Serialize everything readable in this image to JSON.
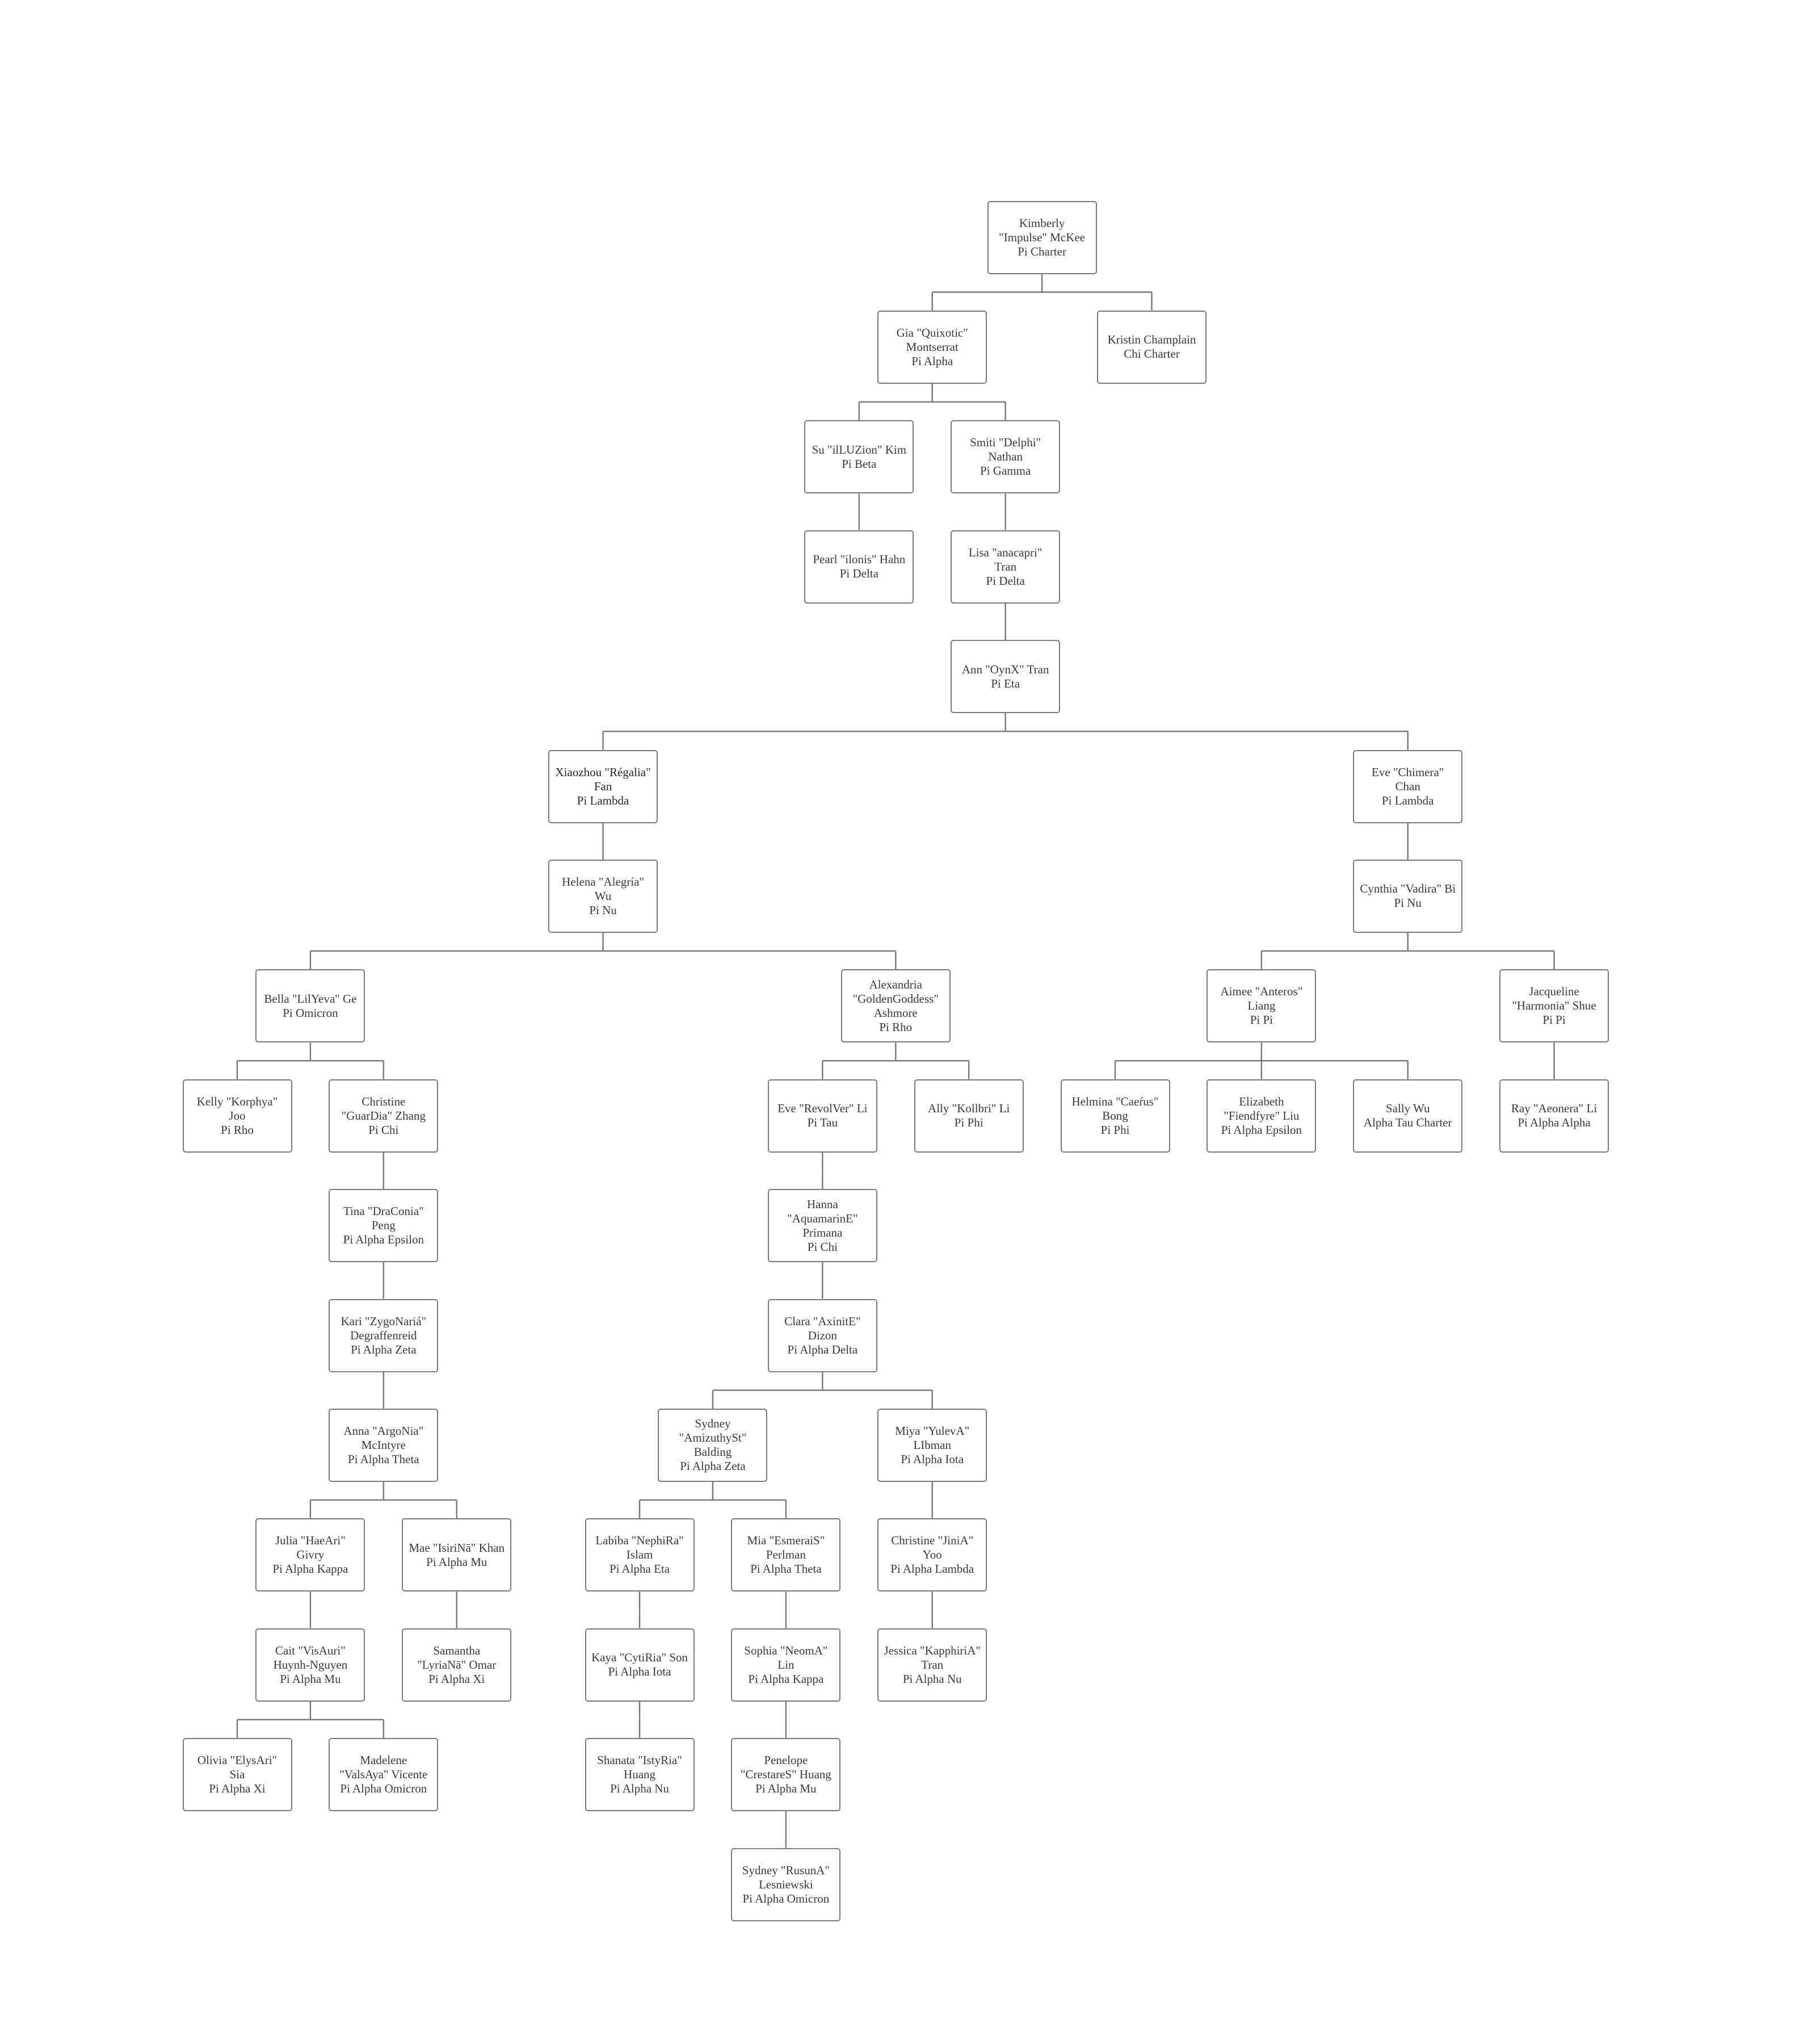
{
  "tree": {
    "lines": [
      "Kimberly",
      "\"Impulse\" McKee",
      "Pi Charter"
    ],
    "children": [
      {
        "lines": [
          "Gia \"Quixotic\"",
          "Montserrat",
          "Pi Alpha"
        ],
        "children": [
          {
            "lines": [
              "Su \"ilLUZion\" Kim",
              "Pi Beta"
            ],
            "children": [
              {
                "lines": [
                  "Pearl \"ilonis\" Hahn",
                  "Pi Delta"
                ],
                "children": []
              }
            ]
          },
          {
            "lines": [
              "Smiti \"Delphi\"",
              "Nathan",
              "Pi Gamma"
            ],
            "children": [
              {
                "lines": [
                  "Lisa \"anacapri\"",
                  "Tran",
                  "Pi Delta"
                ],
                "children": [
                  {
                    "lines": [
                      "Ann \"OynX\" Tran",
                      "Pi Eta"
                    ],
                    "children": [
                      {
                        "lines": [
                          "Xiaozhou \"Régalia\"",
                          "Fan",
                          "Pi Lambda"
                        ],
                        "children": [
                          {
                            "lines": [
                              "Helena \"Alegría\"",
                              "Wu",
                              "Pi Nu"
                            ],
                            "children": [
                              {
                                "lines": [
                                  "Bella \"LilYeva\" Ge",
                                  "Pi Omicron"
                                ],
                                "children": [
                                  {
                                    "lines": [
                                      "Kelly \"Korphya\"",
                                      "Joo",
                                      "Pi Rho"
                                    ],
                                    "children": []
                                  },
                                  {
                                    "lines": [
                                      "Christine",
                                      "\"GuarDia\" Zhang",
                                      "Pi Chi"
                                    ],
                                    "children": [
                                      {
                                        "lines": [
                                          "Tina \"DraConia\"",
                                          "Peng",
                                          "Pi Alpha Epsilon"
                                        ],
                                        "children": [
                                          {
                                            "lines": [
                                              "Kari \"ZygoNariá\"",
                                              "Degraffenreid",
                                              "Pi Alpha Zeta"
                                            ],
                                            "children": [
                                              {
                                                "lines": [
                                                  "Anna \"ArgoNia\"",
                                                  "McIntyre",
                                                  "Pi Alpha Theta"
                                                ],
                                                "children": [
                                                  {
                                                    "lines": [
                                                      "Julia \"HaeAri\"",
                                                      "Givry",
                                                      "Pi Alpha Kappa"
                                                    ],
                                                    "children": [
                                                      {
                                                        "lines": [
                                                          "Cait \"VisAuri\"",
                                                          "Huynh-Nguyen",
                                                          "Pi Alpha Mu"
                                                        ],
                                                        "children": [
                                                          {
                                                            "lines": [
                                                              "Olivia \"ElysAri\"",
                                                              "Sia",
                                                              "Pi Alpha Xi"
                                                            ],
                                                            "children": []
                                                          },
                                                          {
                                                            "lines": [
                                                              "Madelene",
                                                              "\"ValsAya\" Vicente",
                                                              "Pi Alpha Omicron"
                                                            ],
                                                            "children": []
                                                          }
                                                        ]
                                                      }
                                                    ]
                                                  },
                                                  {
                                                    "lines": [
                                                      "Mae \"IsiriNā\" Khan",
                                                      "Pi Alpha Mu"
                                                    ],
                                                    "children": [
                                                      {
                                                        "lines": [
                                                          "Samantha",
                                                          "\"LyriaNā\" Omar",
                                                          "Pi Alpha Xi"
                                                        ],
                                                        "children": []
                                                      }
                                                    ]
                                                  }
                                                ]
                                              }
                                            ]
                                          }
                                        ]
                                      }
                                    ]
                                  }
                                ]
                              },
                              {
                                "lines": [
                                  "Alexandria",
                                  "\"GoldenGoddess\"",
                                  "Ashmore",
                                  "Pi Rho"
                                ],
                                "children": [
                                  {
                                    "lines": [
                                      "Eve \"RevolVer\" Li",
                                      "Pi Tau"
                                    ],
                                    "children": [
                                      {
                                        "lines": [
                                          "Hanna",
                                          "\"AquamarinE\"",
                                          "Primana",
                                          "Pi Chi"
                                        ],
                                        "children": [
                                          {
                                            "lines": [
                                              "Clara \"AxinitE\"",
                                              "Dizon",
                                              "Pi Alpha Delta"
                                            ],
                                            "children": [
                                              {
                                                "lines": [
                                                  "Sydney",
                                                  "\"AmizuthySt\"",
                                                  "Balding",
                                                  "Pi Alpha Zeta"
                                                ],
                                                "children": [
                                                  {
                                                    "lines": [
                                                      "Labiba \"NephiRa\"",
                                                      "Islam",
                                                      "Pi Alpha Eta"
                                                    ],
                                                    "children": [
                                                      {
                                                        "lines": [
                                                          "Kaya \"CytiRia\" Son",
                                                          "Pi Alpha Iota"
                                                        ],
                                                        "children": [
                                                          {
                                                            "lines": [
                                                              "Shanata \"IstyRia\"",
                                                              "Huang",
                                                              "Pi Alpha Nu"
                                                            ],
                                                            "children": []
                                                          }
                                                        ]
                                                      }
                                                    ]
                                                  },
                                                  {
                                                    "lines": [
                                                      "Mia \"EsmeraiS\"",
                                                      "Perlman",
                                                      "Pi Alpha Theta"
                                                    ],
                                                    "children": [
                                                      {
                                                        "lines": [
                                                          "Sophia \"NeomA\"",
                                                          "Lin",
                                                          "Pi Alpha Kappa"
                                                        ],
                                                        "children": [
                                                          {
                                                            "lines": [
                                                              "Penelope",
                                                              "\"CrestareS\" Huang",
                                                              "Pi Alpha Mu"
                                                            ],
                                                            "children": [
                                                              {
                                                                "lines": [
                                                                  "Sydney \"RusunA\"",
                                                                  "Lesniewski",
                                                                  "Pi Alpha Omicron"
                                                                ],
                                                                "children": []
                                                              }
                                                            ]
                                                          }
                                                        ]
                                                      }
                                                    ]
                                                  }
                                                ]
                                              },
                                              {
                                                "lines": [
                                                  "Miya \"YulevA\"",
                                                  "LIbman",
                                                  "Pi Alpha Iota"
                                                ],
                                                "children": [
                                                  {
                                                    "lines": [
                                                      "Christine \"JiniA\"",
                                                      "Yoo",
                                                      "Pi Alpha Lambda"
                                                    ],
                                                    "children": [
                                                      {
                                                        "lines": [
                                                          "Jessica \"KapphiriA\"",
                                                          "Tran",
                                                          "Pi Alpha Nu"
                                                        ],
                                                        "children": []
                                                      }
                                                    ]
                                                  }
                                                ]
                                              }
                                            ]
                                          }
                                        ]
                                      }
                                    ]
                                  },
                                  {
                                    "lines": [
                                      "Ally \"Kollbri\" Li",
                                      "Pi Phi"
                                    ],
                                    "children": []
                                  }
                                ]
                              }
                            ]
                          }
                        ]
                      },
                      {
                        "lines": [
                          "Eve \"Chimera\"",
                          "Chan",
                          "Pi Lambda"
                        ],
                        "children": [
                          {
                            "lines": [
                              "Cynthia \"Vadira\" Bi",
                              "Pi Nu"
                            ],
                            "children": [
                              {
                                "lines": [
                                  "Aimee \"Anteros\"",
                                  "Liang",
                                  "Pi Pi"
                                ],
                                "children": [
                                  {
                                    "lines": [
                                      "Helmina \"Caeŕus\"",
                                      "Bong",
                                      "Pi Phi"
                                    ],
                                    "children": []
                                  },
                                  {
                                    "lines": [
                                      "Elizabeth",
                                      "\"Fiendfyre\" Liu",
                                      "Pi Alpha Epsilon"
                                    ],
                                    "children": []
                                  },
                                  {
                                    "lines": [
                                      "Sally Wu",
                                      "Alpha Tau Charter"
                                    ],
                                    "children": []
                                  }
                                ]
                              },
                              {
                                "lines": [
                                  "Jacqueline",
                                  "\"Harmonia\" Shue",
                                  "Pi Pi"
                                ],
                                "children": [
                                  {
                                    "lines": [
                                      "Ray \"Aeonera\" Li",
                                      "Pi Alpha Alpha"
                                    ],
                                    "children": []
                                  }
                                ]
                              }
                            ]
                          }
                        ]
                      }
                    ]
                  }
                ]
              }
            ]
          }
        ]
      },
      {
        "lines": [
          "Kristin Champlain",
          "Chi Charter"
        ],
        "children": []
      }
    ]
  },
  "colors": {
    "border": "#7a7a7a",
    "connector": "#7a7a7a",
    "text": "#3a3a3a"
  }
}
